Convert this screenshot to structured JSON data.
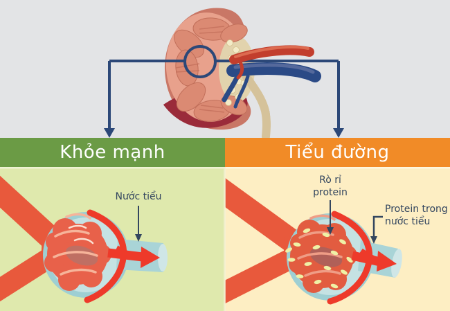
{
  "headers": {
    "healthy": "Khỏe mạnh",
    "diabetes": "Tiểu đường"
  },
  "healthy_panel": {
    "urine_label": "Nước tiểu"
  },
  "diabetes_panel": {
    "leak_label": {
      "line1": "Rò rỉ",
      "line2": "protein"
    },
    "protein_urine_label": {
      "line1": "Protein trong",
      "line2": "nước tiểu"
    }
  },
  "icons": {
    "kidney": "kidney-cross-section-illustration",
    "highlight_circle": "zoom-highlight-circle",
    "connectors": "down-arrow-connector",
    "glomerulus_healthy": "glomerulus-capsule-illustration",
    "glomerulus_diabetes": "glomerulus-protein-leak-illustration"
  },
  "colors": {
    "top_background": "#e3e4e6",
    "header_healthy": "#6b9b45",
    "header_diabetes": "#f18b27",
    "panel_healthy_bg": "#dfe9ad",
    "panel_diabetes_bg": "#fdeec3",
    "connector_navy": "#2c4878",
    "label_navy": "#33465f",
    "vessel_red": "#e8593c",
    "flow_red": "#ee3a2a",
    "capsule_blue": "#9ecfd3",
    "protein_dot_yellow": "#eff1a6"
  }
}
